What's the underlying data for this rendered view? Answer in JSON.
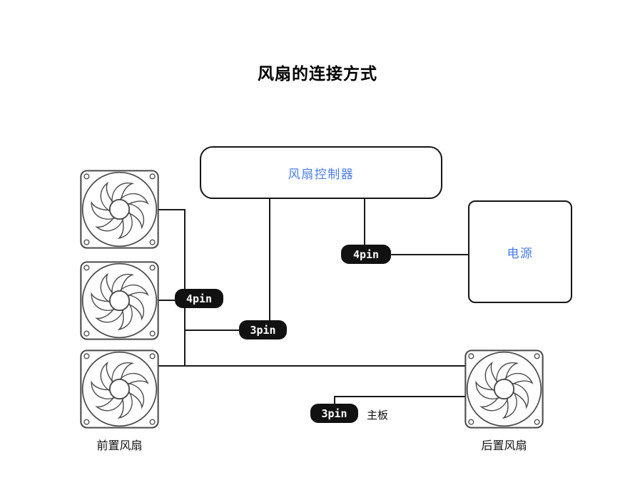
{
  "title": "风扇的连接方式",
  "colors": {
    "accent_blue": "#4a7de8",
    "line_color": "#1a1a1a",
    "pill_bg": "#111111",
    "pill_text": "#ffffff"
  },
  "boxes": {
    "controller": {
      "label": "风扇控制器"
    },
    "power": {
      "label": "电源"
    }
  },
  "connectors": {
    "front_4pin": {
      "label": "4pin"
    },
    "front_3pin": {
      "label": "3pin"
    },
    "power_4pin": {
      "label": "4pin"
    },
    "rear_3pin": {
      "label": "3pin"
    }
  },
  "labels": {
    "front_fans": "前置风扇",
    "rear_fan": "后置风扇",
    "motherboard": "主板"
  },
  "fans": {
    "front_count": 3,
    "rear_count": 1
  }
}
